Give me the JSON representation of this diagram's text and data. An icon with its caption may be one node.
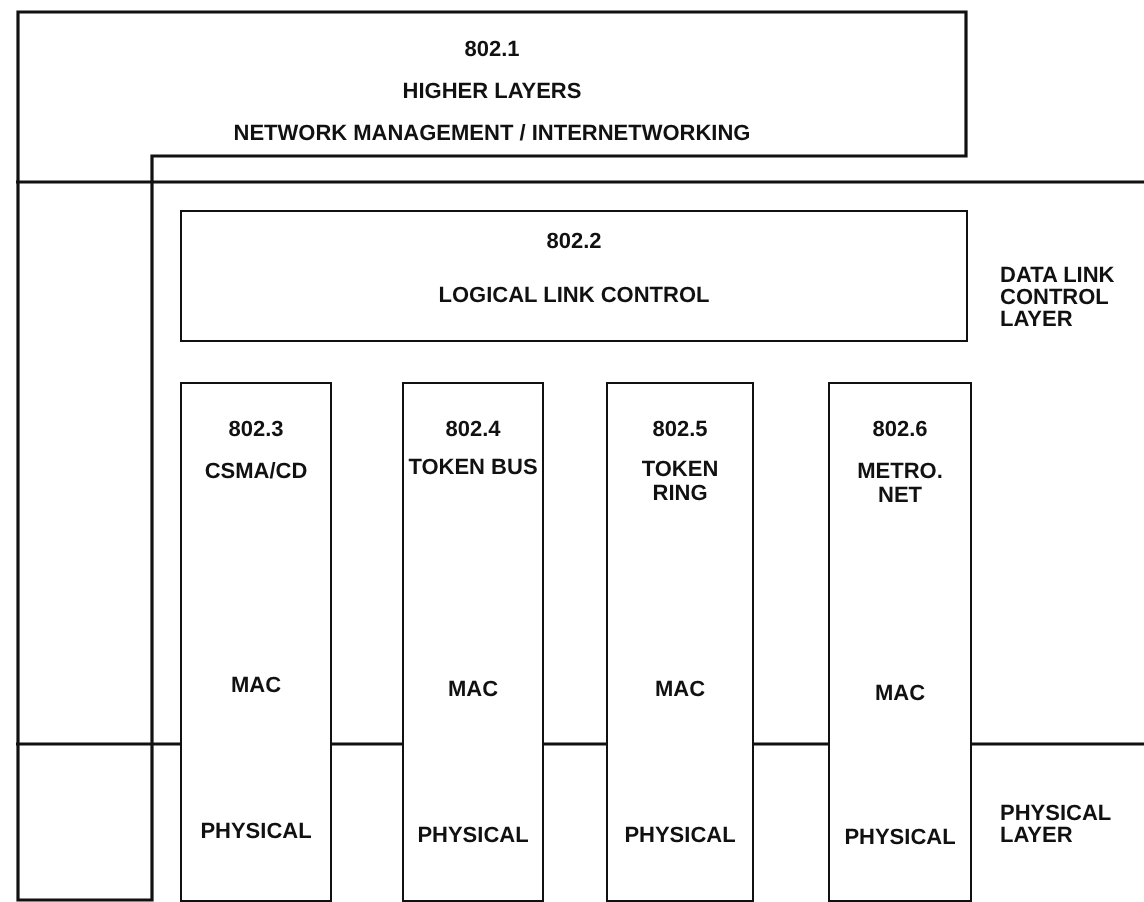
{
  "diagram": {
    "nodes": [
      {
        "text": [
          "802.1",
          "HIGHER LAYERS",
          "NETWORK MANAGEMENT / INTERNETWORKING"
        ]
      },
      {
        "text": [
          "802.2",
          "LOGICAL LINK CONTROL"
        ]
      },
      {
        "text": [
          "802.3",
          "CSMA/CD",
          "MAC",
          "PHYSICAL"
        ]
      },
      {
        "text": [
          "802.4",
          "TOKEN BUS",
          "MAC",
          "PHYSICAL"
        ]
      },
      {
        "text": [
          "802.5",
          "TOKEN RING",
          "MAC",
          "PHYSICAL"
        ]
      },
      {
        "text": [
          "802.6",
          "METRO. NET",
          "MAC",
          "PHYSICAL"
        ]
      }
    ],
    "labels": [
      "DATA LINK CONTROL LAYER",
      "PHYSICAL LAYER"
    ]
  }
}
